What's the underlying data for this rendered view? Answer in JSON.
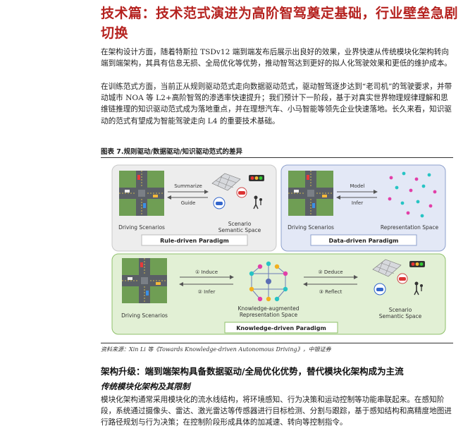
{
  "title": "技术篇：技术范式演进为高阶智驾奠定基础，行业壁垒急剧切换",
  "paragraphs": [
    "在架构设计方面，随着特斯拉 TSDv12 端到端发布后展示出良好的效果，业界快速从传统模块化架构转向端到端架构，其具有信息无损、全局优化等优势，推动智驾达到更好的拟人化驾驶效果和更低的维护成本。",
    "在训练范式方面，当前正从规则驱动范式走向数据驱动范式，驱动智驾逐步达到“老司机”的驾驶要求，并带动城市 NOA 等 L2+高阶智驾的渗透率快速提升；我们预计下一阶段，基于对真实世界物理规律理解和思维链推理的知识驱动范式成为落地重点，并在理想汽车、小马智能等领先企业快速落地。长久来看，知识驱动的范式有望成为智能驾驶走向 L4 的重要技术基础。",
    "模块化架构通常采用模块化的流水线结构，将环境感知、行为决策和运动控制等功能串联起来。在感知阶段，系统通过摄像头、雷达、激光雷达等传感器进行目标检测、分割与跟踪，基于感知结构和高精度地图进行路径规划与行为决策；在控制阶段形成具体的加减速、转向等控制指令。"
  ],
  "figure": {
    "caption": "图表 7.规则驱动/数据驱动/知识驱动范式的差异",
    "source": "资料来源：Xin Li 等《Towards Knowledge-driven Autonomous Driving》，中银证券",
    "rule": {
      "summarize": "Summarize",
      "guide": "Guide",
      "driving": "Driving Scenarios",
      "scenario1": "Scenario",
      "scenario2": "Semantic Space",
      "label": "Rule-driven Paradigm"
    },
    "data": {
      "model": "Model",
      "infer": "Infer",
      "driving": "Driving Scenarios",
      "rep": "Representation Space",
      "label": "Data-driven Paradigm"
    },
    "knowledge": {
      "induce": "① Induce",
      "infer": "② Infer",
      "deduce": "② Deduce",
      "reflect": "③ Reflect",
      "driving": "Driving Scenarios",
      "kar1": "Knowledge-augmented",
      "kar2": "Representation Space",
      "scenario1": "Scenario",
      "scenario2": "Semantic Space",
      "label": "Knowledge-driven Paradigm"
    },
    "colors": {
      "rule_bg": "#ededed",
      "data_bg": "#e3e8f6",
      "knowledge_bg": "#e2f0d5",
      "knowledge_border": "#8fc16a",
      "data_border": "#8ea0cc",
      "title_red": "#b5221f"
    }
  },
  "section": {
    "heading": "架构升级：端到端架构具备数据驱动/全局优化优势，替代模块化架构成为主流",
    "subheading": "传统模块化架构及其限制"
  }
}
